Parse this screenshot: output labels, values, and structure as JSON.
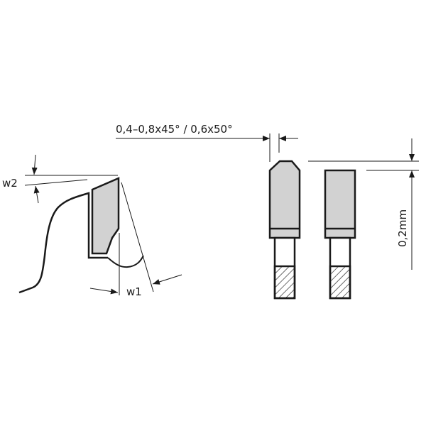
{
  "labels": {
    "w2": "w2",
    "w1": "w1",
    "chamfer": "0,4–0,8x45° / 0,6x50°",
    "height_diff": "0,2mm"
  },
  "colors": {
    "tip_fill": "#d2d2d2",
    "line": "#1a1a1a"
  }
}
